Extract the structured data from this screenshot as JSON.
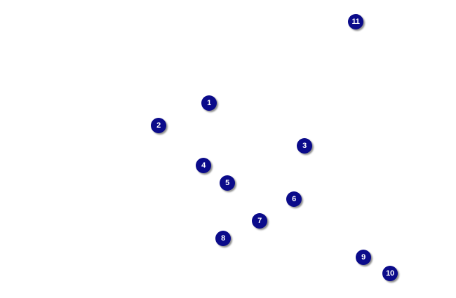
{
  "theme": {
    "background_color": "#ffffff",
    "marker_fill": "#0b0b8a",
    "marker_text_color": "#ffffff"
  },
  "markers": [
    {
      "label": "1"
    },
    {
      "label": "2"
    },
    {
      "label": "3"
    },
    {
      "label": "4"
    },
    {
      "label": "5"
    },
    {
      "label": "6"
    },
    {
      "label": "7"
    },
    {
      "label": "8"
    },
    {
      "label": "9"
    },
    {
      "label": "10"
    },
    {
      "label": "11"
    }
  ]
}
